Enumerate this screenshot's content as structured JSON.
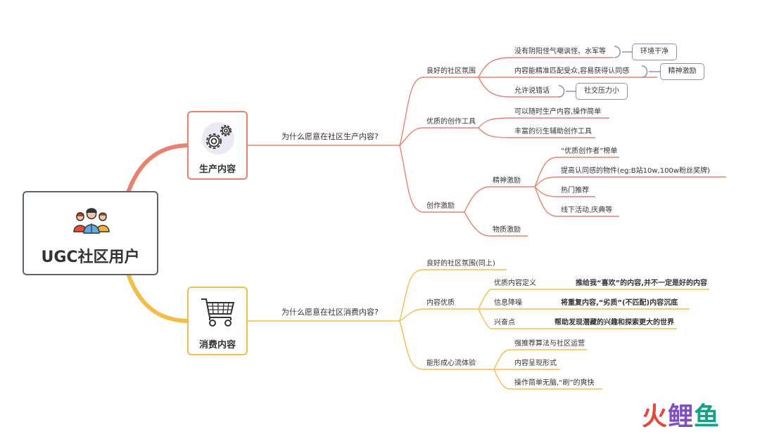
{
  "root": {
    "label": "UGC社区用户",
    "icon": "users-icon"
  },
  "produce": {
    "label": "生产内容",
    "icon": "gears-icon",
    "question": "为什么愿意在社区生产内容?",
    "atmosphere": {
      "label": "良好的社区氛围",
      "items": [
        "没有阴阳怪气嘲讽怪、水军等",
        "内容能精准匹配受众,容易获得认同感",
        "允许说错话"
      ],
      "results": [
        "环境干净",
        "精神激励",
        "社交压力小"
      ]
    },
    "tools": {
      "label": "优质的创作工具",
      "items": [
        "可以随时生产内容,操作简单",
        "丰富的衍生辅助创作工具"
      ]
    },
    "incentive": {
      "label": "创作激励",
      "spiritual": {
        "label": "精神激励",
        "items": [
          "“优质创作者”榜单",
          "提高认同感的物件(eg:B站10w,100w粉丝奖牌)",
          "热门推荐",
          "线下活动,庆典等"
        ]
      },
      "material": {
        "label": "物质激励"
      }
    }
  },
  "consume": {
    "label": "消费内容",
    "icon": "shopping-cart-icon",
    "question": "为什么愿意在社区消费内容?",
    "atmosphere": {
      "label": "良好的社区氛围(同上)"
    },
    "quality": {
      "label": "内容优质",
      "items": [
        {
          "label": "优质内容定义",
          "desc": "推给我“喜欢”的内容,并不一定是好的内容"
        },
        {
          "label": "信息降噪",
          "desc": "将重复内容,“劣质”(不匹配)内容沉底"
        },
        {
          "label": "兴奋点",
          "desc": "帮助发现潜藏的兴趣和探索更大的世界"
        }
      ]
    },
    "flow": {
      "label": "能形成心流体验",
      "items": [
        "强推荐算法与社区运营",
        "内容呈现形式",
        "操作简单无脑,“刷”的爽快"
      ]
    }
  },
  "watermark": {
    "part1": "火",
    "part2": "鲤",
    "part3": "鱼"
  },
  "colors": {
    "produce": "#e8826e",
    "consume": "#f2be4a",
    "root_border": "#5c6370",
    "box_border": "#8c93a6"
  }
}
